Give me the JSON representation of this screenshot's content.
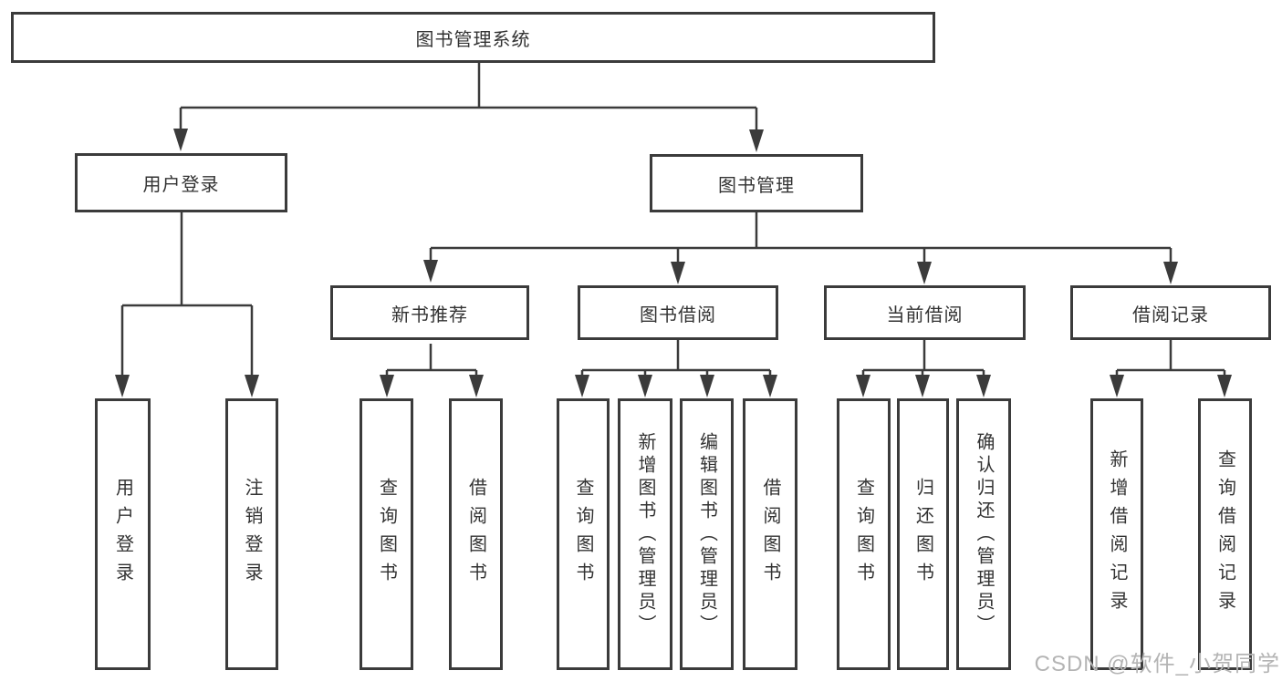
{
  "colors": {
    "line": "#3b3b3b",
    "text": "#333333",
    "watermark": "#b4b4b4",
    "background": "#ffffff"
  },
  "root": {
    "label": "图书管理系统"
  },
  "level2": {
    "user_login": {
      "label": "用户登录"
    },
    "book_mgmt": {
      "label": "图书管理"
    }
  },
  "level3": {
    "new_books": {
      "label": "新书推荐"
    },
    "book_borrow": {
      "label": "图书借阅"
    },
    "current_borrow": {
      "label": "当前借阅"
    },
    "borrow_history": {
      "label": "借阅记录"
    }
  },
  "leaves": {
    "user_login": {
      "label": "用户登录"
    },
    "logout": {
      "label": "注销登录"
    },
    "new_query": {
      "label": "查询图书"
    },
    "new_borrow": {
      "label": "借阅图书"
    },
    "bb_query": {
      "label": "查询图书"
    },
    "bb_add": {
      "label": "新增图书（管理员）"
    },
    "bb_edit": {
      "label": "编辑图书（管理员）"
    },
    "bb_borrow": {
      "label": "借阅图书"
    },
    "cur_query": {
      "label": "查询图书"
    },
    "cur_return": {
      "label": "归还图书"
    },
    "cur_confirm": {
      "label": "确认归还（管理员）"
    },
    "hist_add": {
      "label": "新增借阅记录"
    },
    "hist_query": {
      "label": "查询借阅记录"
    }
  },
  "watermark": {
    "text": "CSDN @软件_小贺同学"
  }
}
